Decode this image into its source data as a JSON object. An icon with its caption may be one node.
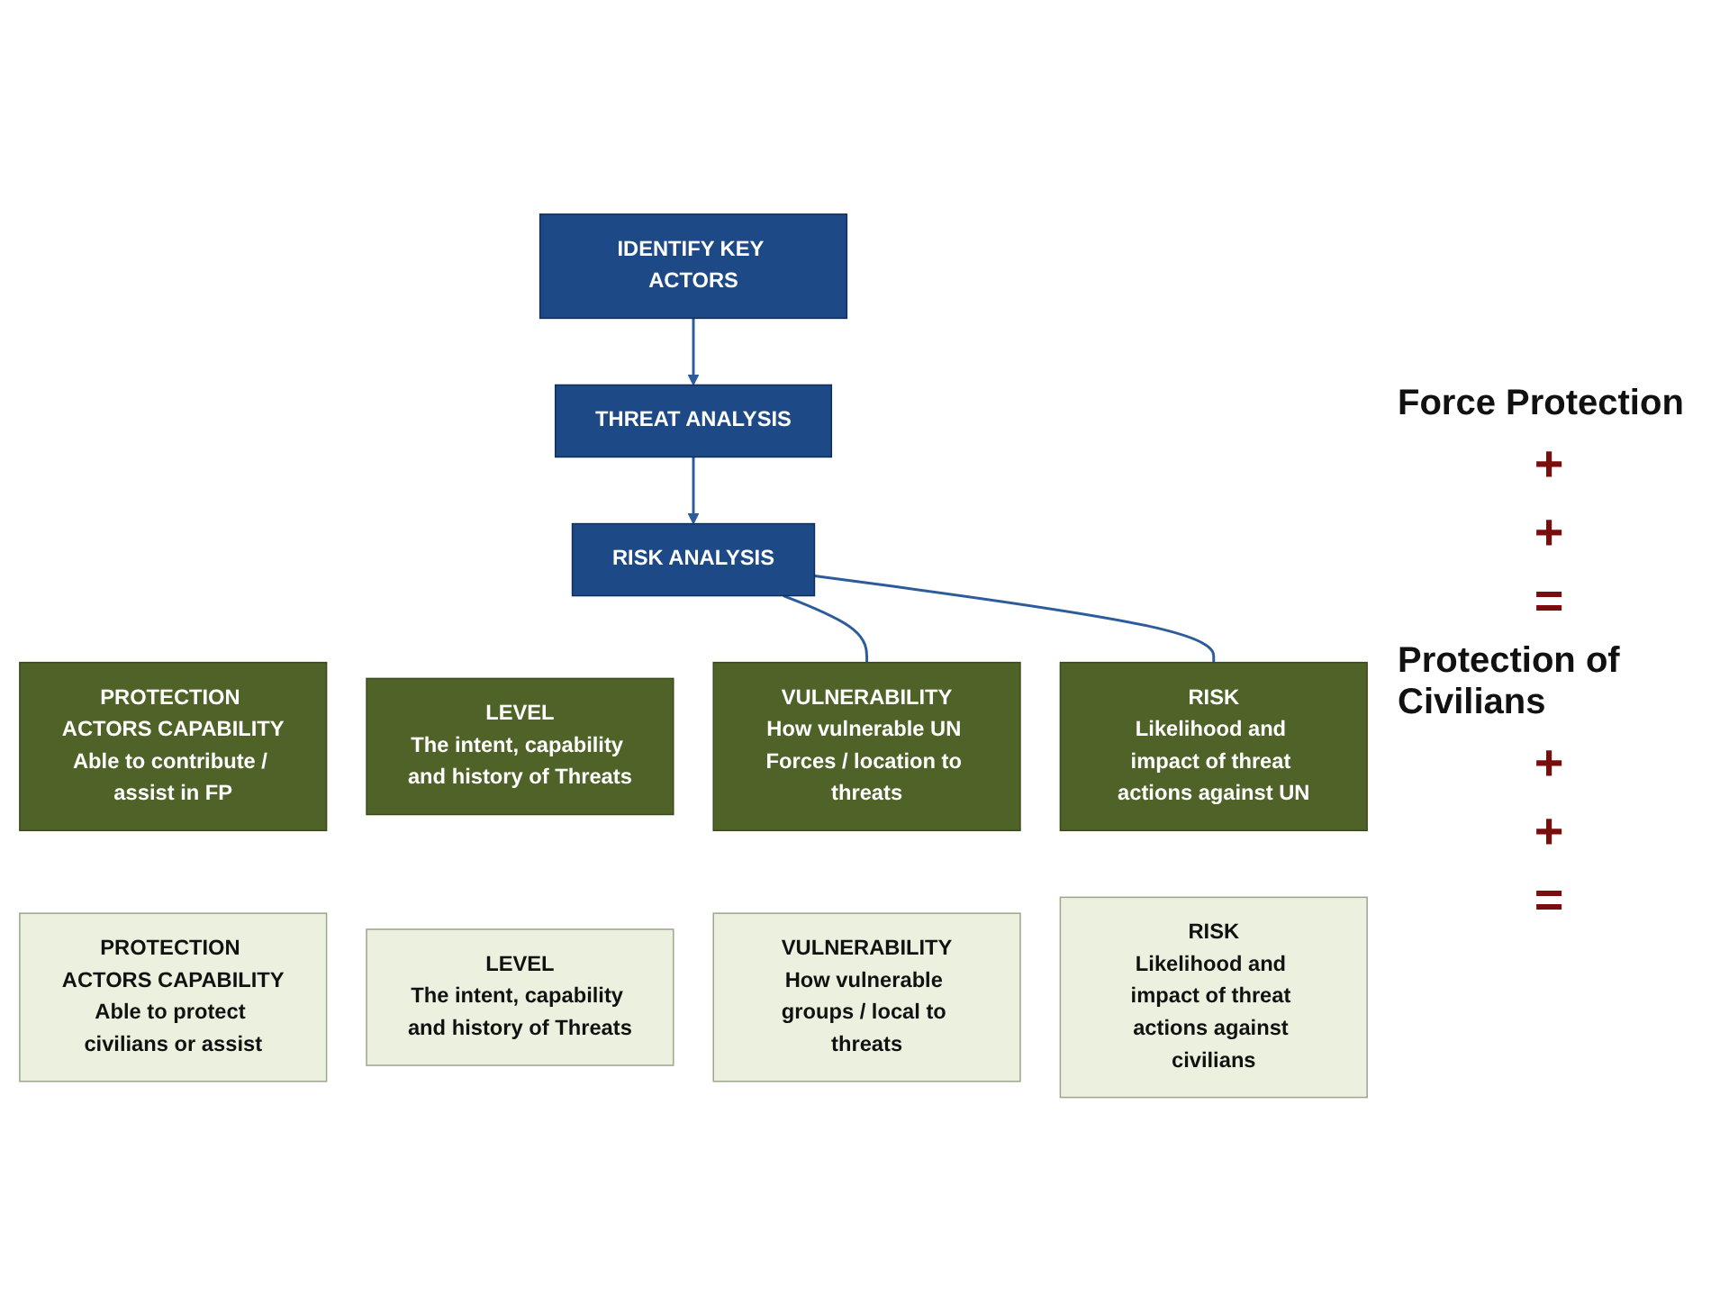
{
  "diagram": {
    "nodes": [
      {
        "text": [
          "IDENTIFY KEY ACTORS"
        ]
      },
      {
        "text": [
          "THREAT ANALYSIS"
        ]
      },
      {
        "text": [
          "RISK ANALYSIS"
        ]
      },
      {
        "text": [
          "VULNERABILITY",
          "How vulnerable UN Forces / location to threats"
        ]
      },
      {
        "text": [
          "PROTECTION ACTORS CAPABILITY",
          "Able to contribute / assist in FP"
        ]
      },
      {
        "text": [
          "LEVEL",
          "The intent, capability and history of Threats"
        ]
      },
      {
        "text": [
          "RISK",
          "Likelihood and impact of threat actions against UN"
        ]
      },
      {
        "text": [
          "VULNERABILITY",
          "How vulnerable groups / local to threats"
        ]
      },
      {
        "text": [
          "PROTECTION ACTORS CAPABILITY",
          "Able to protect civilians or assist"
        ]
      },
      {
        "text": [
          "LEVEL",
          "The intent, capability and history of Threats"
        ]
      },
      {
        "text": [
          "RISK",
          "Likelihood and impact of threat actions against civilians"
        ]
      }
    ],
    "edges": [
      {
        "from": 0,
        "to": 1,
        "arrow": "to"
      },
      {
        "from": 1,
        "to": 2,
        "arrow": "to"
      },
      {
        "from": 2,
        "to": 3,
        "arrow": "none"
      },
      {
        "from": 2,
        "to": 6,
        "arrow": "none"
      }
    ],
    "labels": [
      "Force Protection",
      "+",
      "+",
      "=",
      "Protection of Civilians",
      "+",
      "+",
      "="
    ]
  }
}
